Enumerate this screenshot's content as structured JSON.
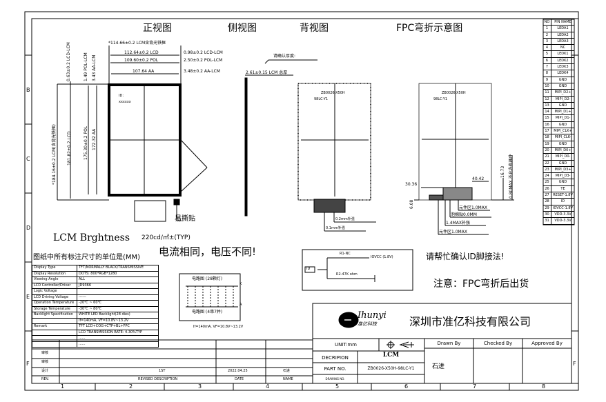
{
  "frame": {
    "rows": [
      "B",
      "C",
      "D",
      "E",
      "F"
    ],
    "cols": [
      "1",
      "2",
      "3",
      "4",
      "5",
      "6",
      "7",
      "8"
    ]
  },
  "views": {
    "front": "正视图",
    "side": "侧视图",
    "back": "背视图",
    "fpc": "FPC弯折示意图"
  },
  "dims": {
    "w_lcm": "*114.66±0.2 LCM含背光铁框",
    "w_lcd": "112.64±0.2 LCD",
    "w_pol": "109.60±0.2 POL",
    "w_aa": "107.64 AA",
    "r_lcd": "0.98±0.2 LCD-LCM",
    "r_pol": "2.50±0.2 POL-LCM",
    "r_aa": "3.48±0.2 AA-LCM",
    "t_lcd": "0.63±0.2 LCD-LCM",
    "t_pol": "1.49 POL-LCM",
    "t_aa": "3.43 AA-LCM",
    "h_lcm": "*184.16±0.2 LCM(含背光铁框)",
    "h_lcd": "181.82±0.2 LCD",
    "h_pol": "175.30±0.2 POL",
    "h_aa": "172.32 AA",
    "thick": "2.61±0.15 LCM 总厚",
    "thick_note": "请确认厚度:",
    "fpc_w": "40.42",
    "fpc_l": "30.36",
    "fpc_h": "16.73",
    "fpc_b": "6.08",
    "fpc_max": "0.80MAX 不允许有器件"
  },
  "front_label": [
    "ID:",
    "xxxxxx"
  ],
  "easy_tear": "易撕贴",
  "back_label": [
    "ZB0026-X50H",
    "98LC-Y1"
  ],
  "fpc_label": [
    "ZB0026-X50H",
    "98LC-Y1"
  ],
  "back_notes": [
    "0.2mm补强",
    "0.1mm补强"
  ],
  "fpc_notes": [
    "元件区1.0MAX",
    "泡棉贴0.0MM",
    "1.4MAX补强",
    "元件区1.0MAX"
  ],
  "notes": {
    "brightness": "LCM Brghtness",
    "brightness_val": "220cd/㎡±(TYP)",
    "current": "电流相同，电压不同!",
    "units": "图纸中所有标注尺寸的单位是(MM)",
    "confirm_id": "请帮忙确认ID脚接法!",
    "bend_notice": "注意：FPC弯折后出货"
  },
  "spec": [
    [
      "Display Type",
      "TFT/NORMALLY BLACK/TRANSMISSIVE"
    ],
    [
      "Display Resolution",
      "DOTS: 800*RGB*1280"
    ],
    [
      "Viewing Angle",
      "ALL"
    ],
    [
      "LCD Controller/Driver",
      "JD9366"
    ],
    [
      "Logic Voltage",
      ""
    ],
    [
      "LCD Driving Voltage",
      "------"
    ],
    [
      "Operation Temperature",
      "-20℃ ~ 60℃"
    ],
    [
      "Storage Temperature",
      "-30℃ ~ 80℃"
    ],
    [
      "Backlight Specification",
      "WHITE LED Backlight(28 dies)"
    ],
    [
      "",
      "If=140mA, VF=10.8V~13.2V"
    ],
    [
      "Remark",
      "TFT LCD+COG+CTP+BL+FPC"
    ],
    [
      "",
      "LCD TRANSMISSION RATE: 4.30%TYP"
    ],
    [
      "",
      "......"
    ],
    [
      "",
      "......"
    ]
  ],
  "circuit": {
    "title1": "电路图 (28颗灯)",
    "title2": "电路图 (4串7并)",
    "k": "K",
    "a": "A",
    "spec": "If=140mA, VF=10.8V~13.2V"
  },
  "id_circuit": {
    "r1": "R1-NC",
    "iovcc": "IOVCC (1.8V)",
    "id": "ID",
    "r2": "R2-47K ohm"
  },
  "revision": {
    "rows": [
      [
        "审核",
        "",
        "",
        ""
      ],
      [
        "审核",
        "",
        "",
        ""
      ],
      [
        "设计",
        "1ST",
        "2022.04.25",
        "石进"
      ]
    ],
    "header": [
      "REV.",
      "REVISED DESCRIPTION",
      "DATE",
      "NAME"
    ]
  },
  "title_block": {
    "logo": "Ihunyi",
    "logo_cn": "准亿科技",
    "company": "深圳市准亿科技有限公司",
    "unit": "UNIT:mm",
    "drawn": "Drawn By",
    "checked": "Checked By",
    "approved": "Approved By",
    "desc_label": "DECRIPION",
    "desc": "LCM",
    "part_label": "PART NO.",
    "part": "ZB0026-X50H-98LC-Y1",
    "drawing_label": "DRAWING NO.",
    "drawer": "石进"
  },
  "pins": {
    "header": [
      "NO",
      "PIN NAME"
    ],
    "rows": [
      [
        "1",
        "LEDA1"
      ],
      [
        "2",
        "LEDA2"
      ],
      [
        "3",
        "LEDA3"
      ],
      [
        "4",
        "NC"
      ],
      [
        "5",
        "LEDK1"
      ],
      [
        "6",
        "LEDK2"
      ],
      [
        "7",
        "LEDK3"
      ],
      [
        "8",
        "LEDK4"
      ],
      [
        "9",
        "GND"
      ],
      [
        "10",
        "GND"
      ],
      [
        "11",
        "MIPI_D2+"
      ],
      [
        "12",
        "MIPI_D2-"
      ],
      [
        "13",
        "GND"
      ],
      [
        "14",
        "MIPI_D1+"
      ],
      [
        "15",
        "MIPI_D1-"
      ],
      [
        "16",
        "GND"
      ],
      [
        "17",
        "MIPI_CLK+"
      ],
      [
        "18",
        "MIPI_CLK-"
      ],
      [
        "19",
        "GND"
      ],
      [
        "20",
        "MIPI_D0+"
      ],
      [
        "21",
        "MIPI_D0-"
      ],
      [
        "22",
        "GND"
      ],
      [
        "23",
        "MIPI_D3+"
      ],
      [
        "24",
        "MIPI_D3-"
      ],
      [
        "25",
        "GND"
      ],
      [
        "26",
        "TE"
      ],
      [
        "27",
        "RESET-1.8V"
      ],
      [
        "28",
        "ID"
      ],
      [
        "29",
        "IOVCC-1.8V"
      ],
      [
        "30",
        "VDD-3.3V"
      ],
      [
        "31",
        "VDD-3.3V"
      ]
    ]
  }
}
